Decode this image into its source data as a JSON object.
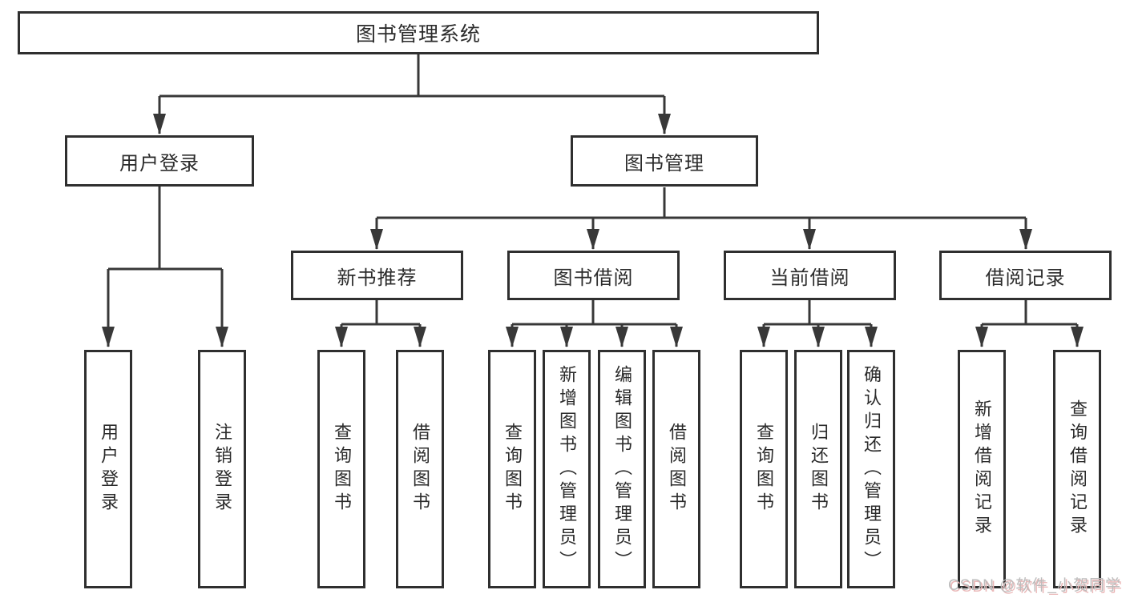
{
  "diagram": {
    "root": {
      "label": "图书管理系统"
    },
    "level2": [
      {
        "label": "用户登录",
        "children": [
          "用户登录",
          "注销登录"
        ]
      },
      {
        "label": "图书管理"
      }
    ],
    "level3": [
      {
        "label": "新书推荐",
        "children": [
          "查询图书",
          "借阅图书"
        ]
      },
      {
        "label": "图书借阅",
        "children": [
          "查询图书",
          "新增图书（管理员）",
          "编辑图书（管理员）",
          "借阅图书"
        ]
      },
      {
        "label": "当前借阅",
        "children": [
          "查询图书",
          "归还图书",
          "确认归还（管理员）"
        ]
      },
      {
        "label": "借阅记录",
        "children": [
          "新增借阅记录",
          "查询借阅记录"
        ]
      }
    ]
  },
  "watermark": {
    "text": "CSDN @软件_小贺同学"
  },
  "colors": {
    "line": "#383838",
    "border": "#2f2f2f",
    "text": "#2b2b2b",
    "bg": "#ffffff",
    "wm": "#bcbcbc",
    "wm_shadow": "#eab8b8"
  }
}
